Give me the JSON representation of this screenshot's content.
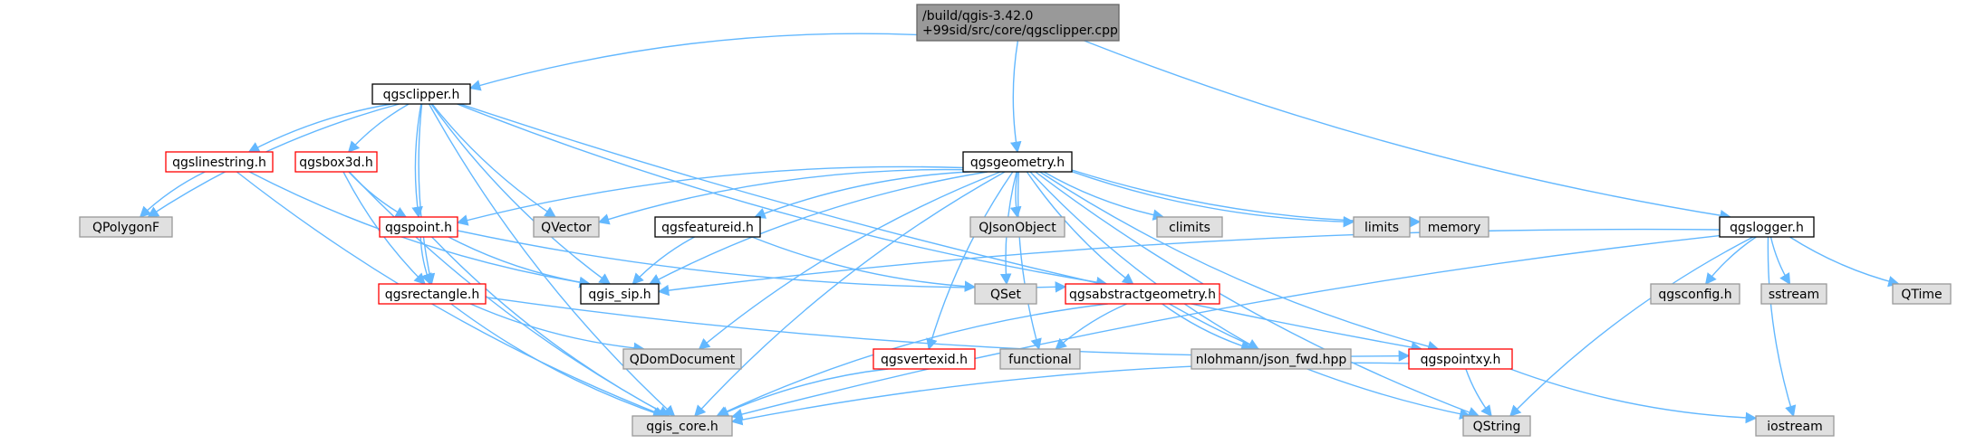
{
  "colors": {
    "edge": "#63b8ff",
    "root_fill": "#999999",
    "root_stroke": "#666666",
    "node_fill": "#ffffff",
    "node_stroke": "#000000",
    "red_stroke": "#ff0000",
    "ext_fill": "#e0e0e0",
    "ext_stroke": "#999999",
    "text": "#000000"
  },
  "nodes": [
    {
      "id": "root",
      "lines": [
        "/build/qgis-3.42.0",
        "+99sid/src/core/qgsclipper.cpp"
      ],
      "style": "root"
    },
    {
      "id": "qgsclipper_h",
      "lines": [
        "qgsclipper.h"
      ],
      "style": "normal"
    },
    {
      "id": "qgsgeometry_h",
      "lines": [
        "qgsgeometry.h"
      ],
      "style": "normal"
    },
    {
      "id": "qgslogger_h",
      "lines": [
        "qgslogger.h"
      ],
      "style": "normal"
    },
    {
      "id": "qgslinestring_h",
      "lines": [
        "qgslinestring.h"
      ],
      "style": "red"
    },
    {
      "id": "qgsbox3d_h",
      "lines": [
        "qgsbox3d.h"
      ],
      "style": "red"
    },
    {
      "id": "QPolygonF",
      "lines": [
        "QPolygonF"
      ],
      "style": "ext"
    },
    {
      "id": "QVector",
      "lines": [
        "QVector"
      ],
      "style": "ext"
    },
    {
      "id": "qgspoint_h",
      "lines": [
        "qgspoint.h"
      ],
      "style": "red"
    },
    {
      "id": "qgsfeatureid_h",
      "lines": [
        "qgsfeatureid.h"
      ],
      "style": "normal"
    },
    {
      "id": "QJsonObject",
      "lines": [
        "QJsonObject"
      ],
      "style": "ext"
    },
    {
      "id": "climits",
      "lines": [
        "climits"
      ],
      "style": "ext"
    },
    {
      "id": "limits",
      "lines": [
        "limits"
      ],
      "style": "ext"
    },
    {
      "id": "memory",
      "lines": [
        "memory"
      ],
      "style": "ext"
    },
    {
      "id": "qgsconfig_h",
      "lines": [
        "qgsconfig.h"
      ],
      "style": "ext"
    },
    {
      "id": "sstream",
      "lines": [
        "sstream"
      ],
      "style": "ext"
    },
    {
      "id": "QTime",
      "lines": [
        "QTime"
      ],
      "style": "ext"
    },
    {
      "id": "qgis_sip_h",
      "lines": [
        "qgis_sip.h"
      ],
      "style": "normal"
    },
    {
      "id": "qgsrectangle_h",
      "lines": [
        "qgsrectangle.h"
      ],
      "style": "red"
    },
    {
      "id": "QSet",
      "lines": [
        "QSet"
      ],
      "style": "ext"
    },
    {
      "id": "qgsabstractgeometry_h",
      "lines": [
        "qgsabstractgeometry.h"
      ],
      "style": "red"
    },
    {
      "id": "QDomDocument",
      "lines": [
        "QDomDocument"
      ],
      "style": "ext"
    },
    {
      "id": "qgsvertexid_h",
      "lines": [
        "qgsvertexid.h"
      ],
      "style": "red"
    },
    {
      "id": "functional",
      "lines": [
        "functional"
      ],
      "style": "ext"
    },
    {
      "id": "json_fwd",
      "lines": [
        "nlohmann/json_fwd.hpp"
      ],
      "style": "ext"
    },
    {
      "id": "qgspointxy_h",
      "lines": [
        "qgspointxy.h"
      ],
      "style": "red"
    },
    {
      "id": "qgis_core_h",
      "lines": [
        "qgis_core.h"
      ],
      "style": "ext"
    },
    {
      "id": "QString",
      "lines": [
        "QString"
      ],
      "style": "ext"
    },
    {
      "id": "iostream",
      "lines": [
        "iostream"
      ],
      "style": "ext"
    }
  ],
  "edges": [
    [
      "root",
      "qgsclipper_h"
    ],
    [
      "root",
      "qgsgeometry_h"
    ],
    [
      "root",
      "qgslogger_h"
    ],
    [
      "qgsclipper_h",
      "qgslinestring_h"
    ],
    [
      "qgsclipper_h",
      "qgsbox3d_h"
    ],
    [
      "qgsclipper_h",
      "QPolygonF"
    ],
    [
      "qgsclipper_h",
      "QVector"
    ],
    [
      "qgsclipper_h",
      "qgspoint_h"
    ],
    [
      "qgsclipper_h",
      "qgis_sip_h"
    ],
    [
      "qgsclipper_h",
      "qgsrectangle_h"
    ],
    [
      "qgsclipper_h",
      "qgis_core_h"
    ],
    [
      "qgsclipper_h",
      "qgsabstractgeometry_h"
    ],
    [
      "qgsclipper_h",
      "qgspointxy_h"
    ],
    [
      "qgslinestring_h",
      "QPolygonF"
    ],
    [
      "qgslinestring_h",
      "qgis_core_h"
    ],
    [
      "qgslinestring_h",
      "qgis_sip_h"
    ],
    [
      "qgsbox3d_h",
      "qgspoint_h"
    ],
    [
      "qgsbox3d_h",
      "qgsrectangle_h"
    ],
    [
      "qgsbox3d_h",
      "qgis_core_h"
    ],
    [
      "qgspoint_h",
      "qgsrectangle_h"
    ],
    [
      "qgspoint_h",
      "qgis_sip_h"
    ],
    [
      "qgspoint_h",
      "qgis_core_h"
    ],
    [
      "qgspoint_h",
      "qgsabstractgeometry_h"
    ],
    [
      "qgsrectangle_h",
      "QDomDocument"
    ],
    [
      "qgsrectangle_h",
      "qgis_core_h"
    ],
    [
      "qgsrectangle_h",
      "qgspointxy_h"
    ],
    [
      "qgsgeometry_h",
      "qgspoint_h"
    ],
    [
      "qgsgeometry_h",
      "QVector"
    ],
    [
      "qgsgeometry_h",
      "qgsfeatureid_h"
    ],
    [
      "qgsgeometry_h",
      "QJsonObject"
    ],
    [
      "qgsgeometry_h",
      "climits"
    ],
    [
      "qgsgeometry_h",
      "limits"
    ],
    [
      "qgsgeometry_h",
      "memory"
    ],
    [
      "qgsgeometry_h",
      "qgis_sip_h"
    ],
    [
      "qgsgeometry_h",
      "QSet"
    ],
    [
      "qgsgeometry_h",
      "qgsabstractgeometry_h"
    ],
    [
      "qgsgeometry_h",
      "QDomDocument"
    ],
    [
      "qgsgeometry_h",
      "qgsvertexid_h"
    ],
    [
      "qgsgeometry_h",
      "functional"
    ],
    [
      "qgsgeometry_h",
      "json_fwd"
    ],
    [
      "qgsgeometry_h",
      "qgspointxy_h"
    ],
    [
      "qgsgeometry_h",
      "qgis_core_h"
    ],
    [
      "qgsgeometry_h",
      "QString"
    ],
    [
      "qgsfeatureid_h",
      "qgis_sip_h"
    ],
    [
      "qgsfeatureid_h",
      "QSet"
    ],
    [
      "qgsabstractgeometry_h",
      "functional"
    ],
    [
      "qgsabstractgeometry_h",
      "json_fwd"
    ],
    [
      "qgsabstractgeometry_h",
      "qgis_core_h"
    ],
    [
      "qgsabstractgeometry_h",
      "QString"
    ],
    [
      "qgsvertexid_h",
      "qgis_core_h"
    ],
    [
      "qgspointxy_h",
      "qgis_core_h"
    ],
    [
      "qgspointxy_h",
      "QString"
    ],
    [
      "qgspointxy_h",
      "iostream"
    ],
    [
      "qgslogger_h",
      "qgis_sip_h"
    ],
    [
      "qgslogger_h",
      "qgsconfig_h"
    ],
    [
      "qgslogger_h",
      "sstream"
    ],
    [
      "qgslogger_h",
      "QTime"
    ],
    [
      "qgslogger_h",
      "qgis_core_h"
    ],
    [
      "qgslogger_h",
      "QString"
    ],
    [
      "qgslogger_h",
      "iostream"
    ]
  ]
}
